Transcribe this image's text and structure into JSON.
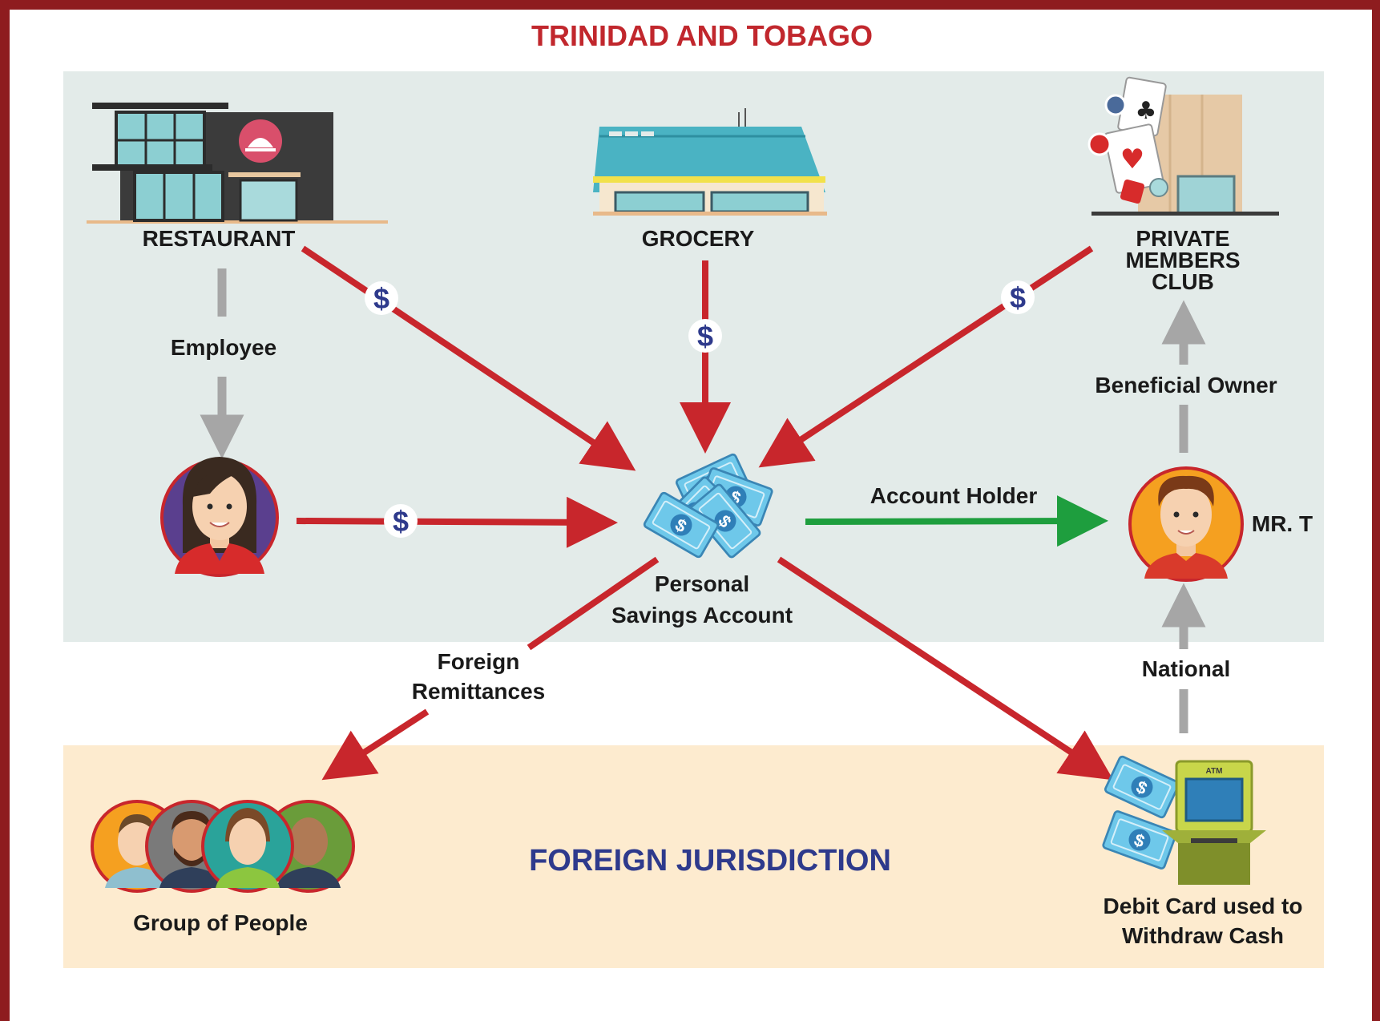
{
  "title": "TRINIDAD AND TOBAGO",
  "foreign_title": "FOREIGN JURISDICTION",
  "currency_symbol": "$",
  "nodes": {
    "restaurant": "RESTAURANT",
    "grocery": "GROCERY",
    "club": [
      "PRIVATE",
      "MEMBERS",
      "CLUB"
    ],
    "employee": "Employee",
    "account": [
      "Personal",
      "Savings Account"
    ],
    "account_holder": "Account Holder",
    "mr_t": "MR. T",
    "beneficial_owner": "Beneficial Owner",
    "national": "National",
    "remittances": [
      "Foreign",
      "Remittances"
    ],
    "group": "Group of People",
    "debit": [
      "Debit Card used to",
      "Withdraw Cash"
    ],
    "atm": "ATM"
  },
  "colors": {
    "border": "#8e1c1f",
    "title_red": "#c1272d",
    "flow_red": "#c8262c",
    "green": "#1e9e3e",
    "gray_arrow": "#a6a6a6",
    "panel_local": "#e3ebe9",
    "panel_foreign": "#fdebcf",
    "foreign_title": "#2e3a8c",
    "dollar_blue": "#2e3a8c"
  }
}
